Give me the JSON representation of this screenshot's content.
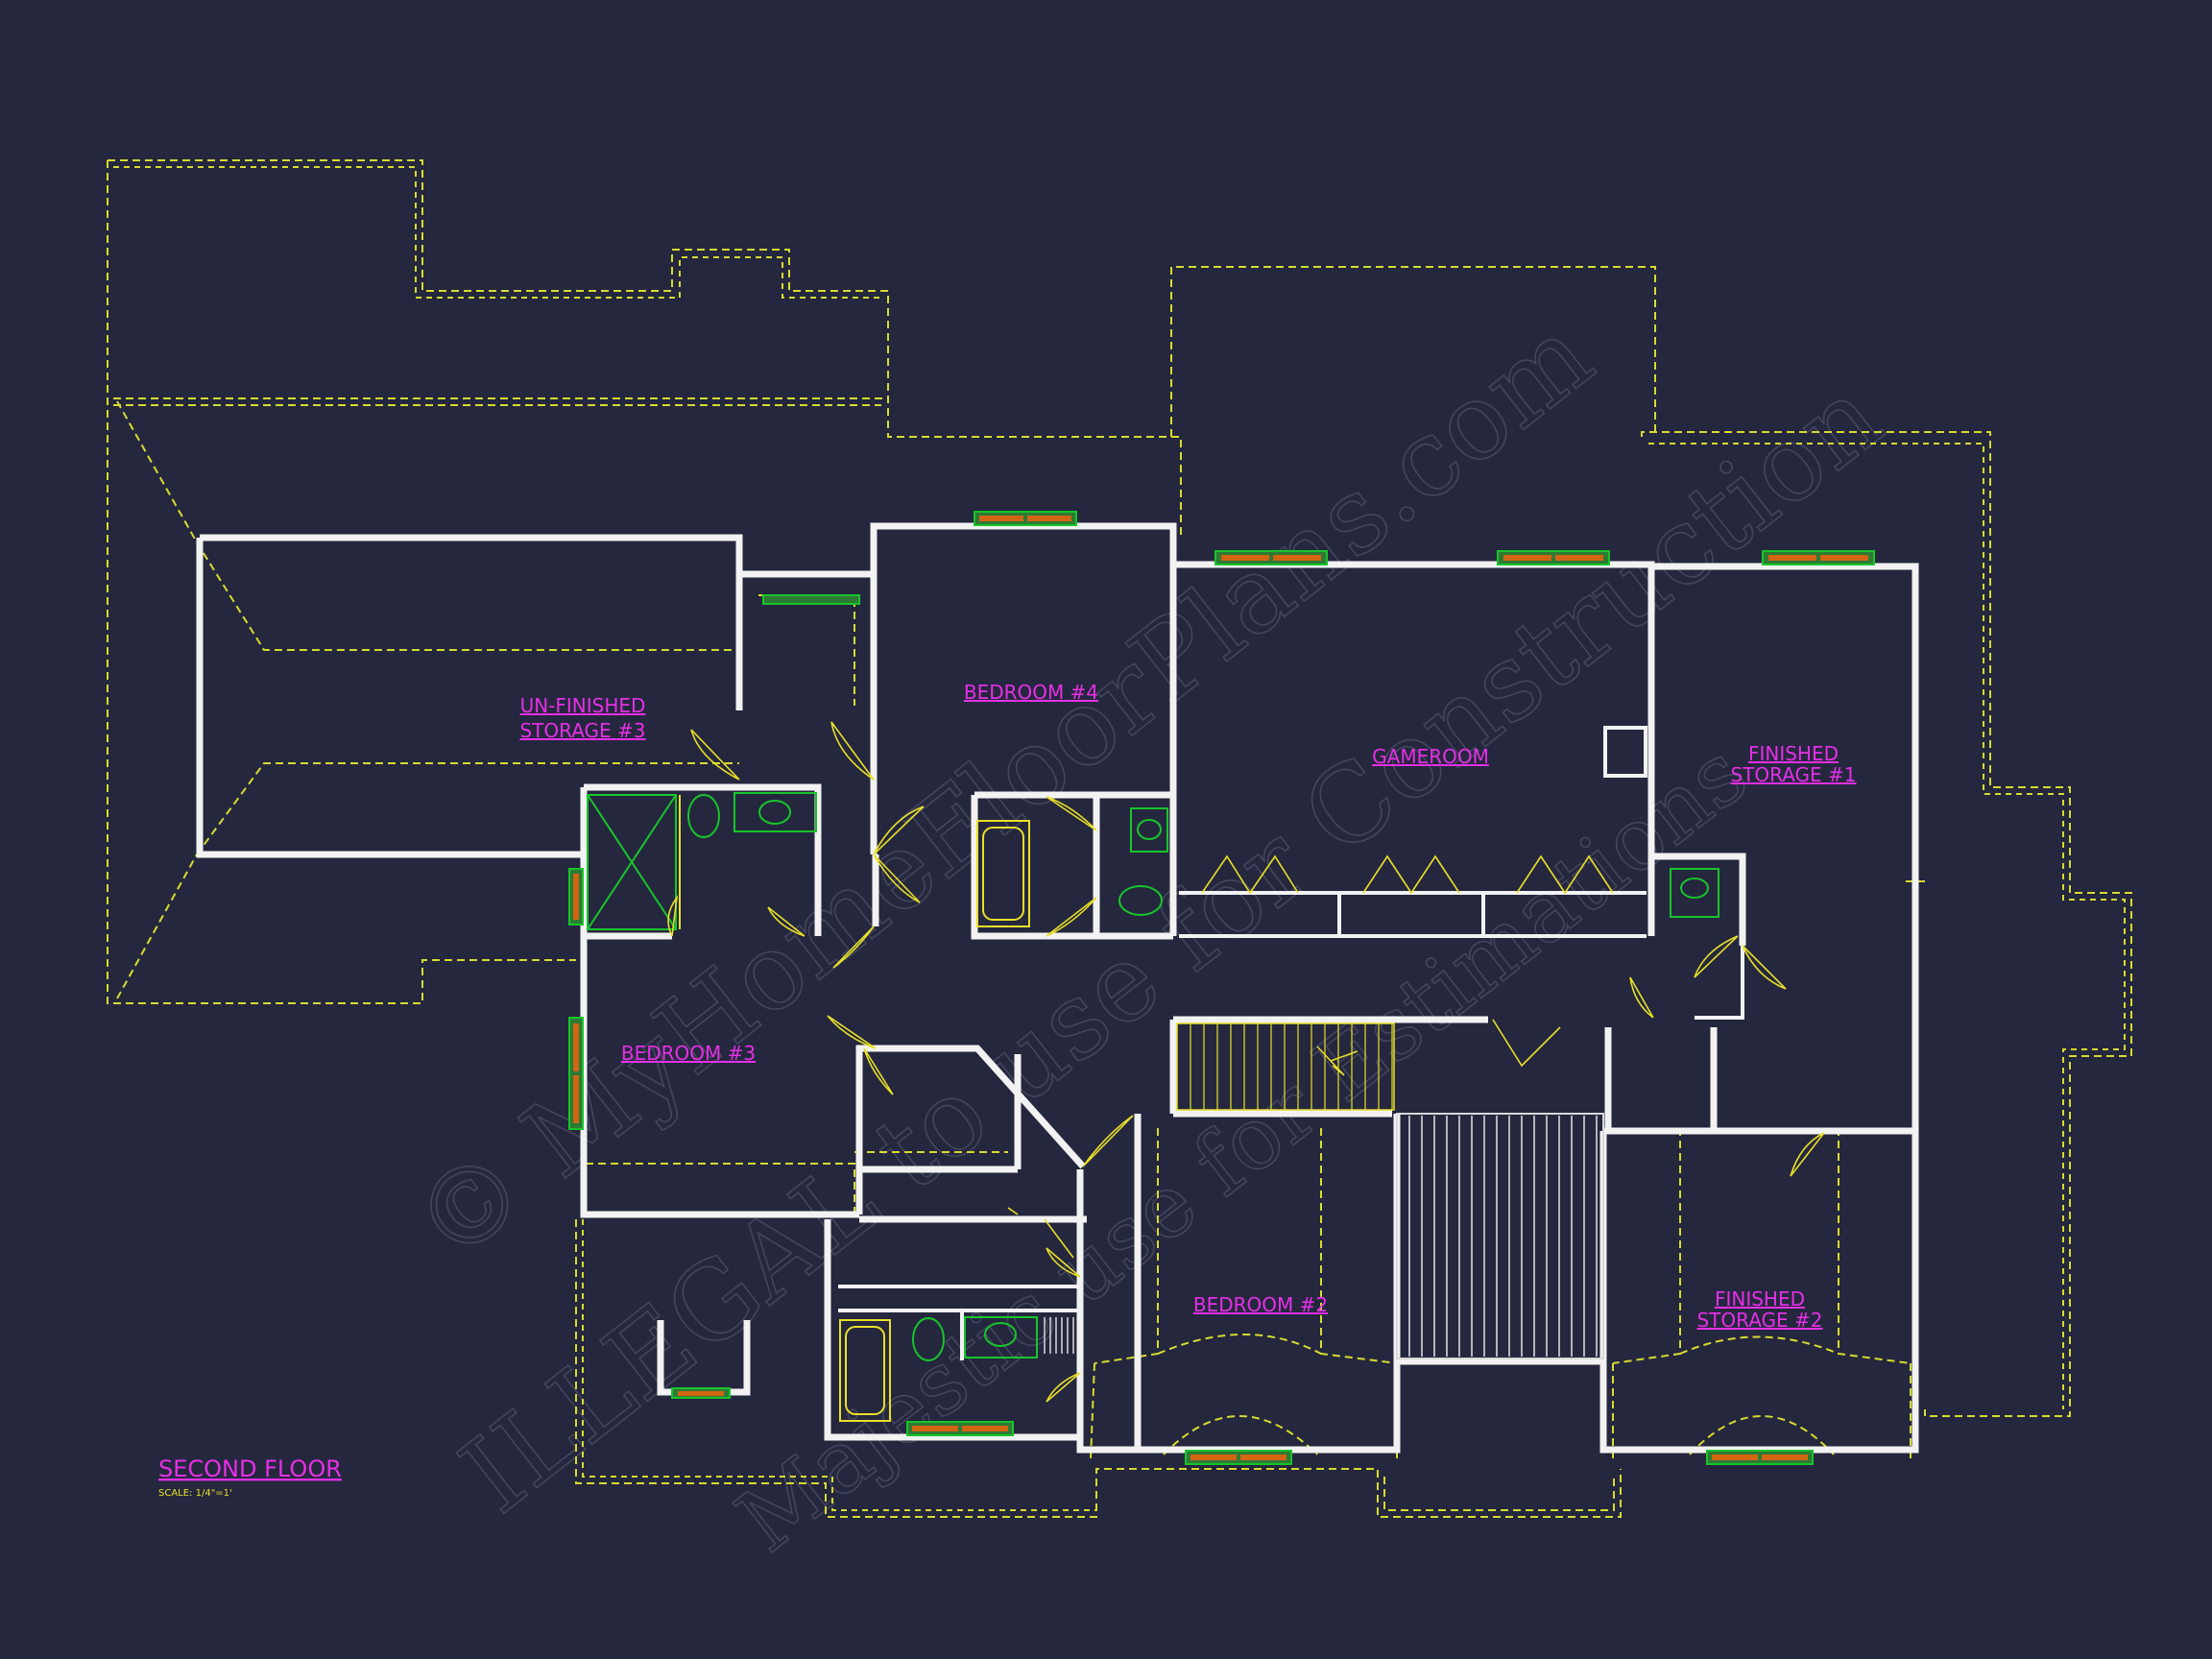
{
  "plan": {
    "title": "SECOND FLOOR",
    "scale": "SCALE: 1/4\"=1'",
    "watermark_line1": "© MyHomeFloorPlans.com",
    "watermark_line2": "ILLEGAL to use for Construction",
    "watermark_line3": "Majestic use for Estimations",
    "colors": {
      "background": "#25273e",
      "walls": "#f2f2f2",
      "labels": "#e62fe6",
      "overhang_dashes": "#d7db2e",
      "fixtures": "#17c52a",
      "windows": "#d26612"
    }
  },
  "rooms": {
    "unfinished_storage_3": {
      "line1": "UN-FINISHED",
      "line2": "STORAGE #3"
    },
    "bedroom_4": {
      "line1": "BEDROOM #4"
    },
    "gameroom": {
      "line1": "GAMEROOM"
    },
    "finished_storage_1": {
      "line1": "FINISHED",
      "line2": "STORAGE #1"
    },
    "bedroom_3": {
      "line1": "BEDROOM #3"
    },
    "bedroom_2": {
      "line1": "BEDROOM #2"
    },
    "finished_storage_2": {
      "line1": "FINISHED",
      "line2": "STORAGE #2"
    }
  }
}
